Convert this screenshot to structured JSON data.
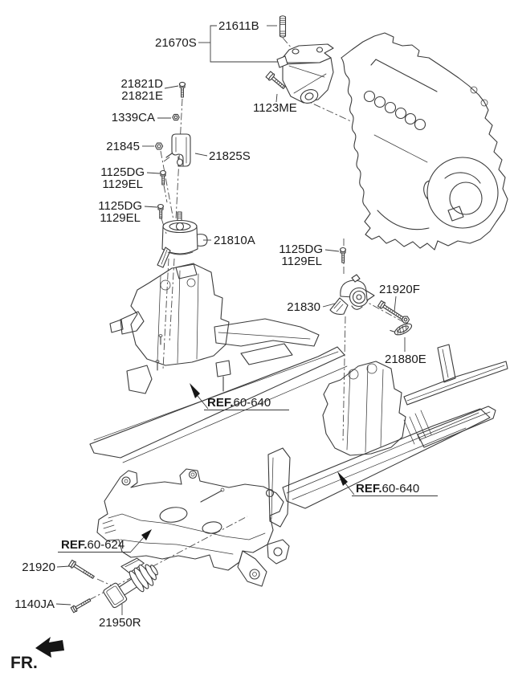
{
  "colors": {
    "background": "#ffffff",
    "line": "#3b3b3b",
    "text": "#1a1a1a"
  },
  "labels": {
    "p21611B": "21611B",
    "p21670S": "21670S",
    "p21821D": "21821D",
    "p21821E": "21821E",
    "p1339CA": "1339CA",
    "p21845": "21845",
    "p21825S": "21825S",
    "p1123ME": "1123ME",
    "p1125DG": "1125DG",
    "p1129EL": "1129EL",
    "p21810A": "21810A",
    "p21830": "21830",
    "p21920F": "21920F",
    "p21880E": "21880E",
    "p21920": "21920",
    "p1140JA": "1140JA",
    "p21950R": "21950R"
  },
  "refs": {
    "prefix": "REF.",
    "frame": "60-640",
    "crossmember": "60-624"
  },
  "direction": {
    "fr": "FR."
  }
}
